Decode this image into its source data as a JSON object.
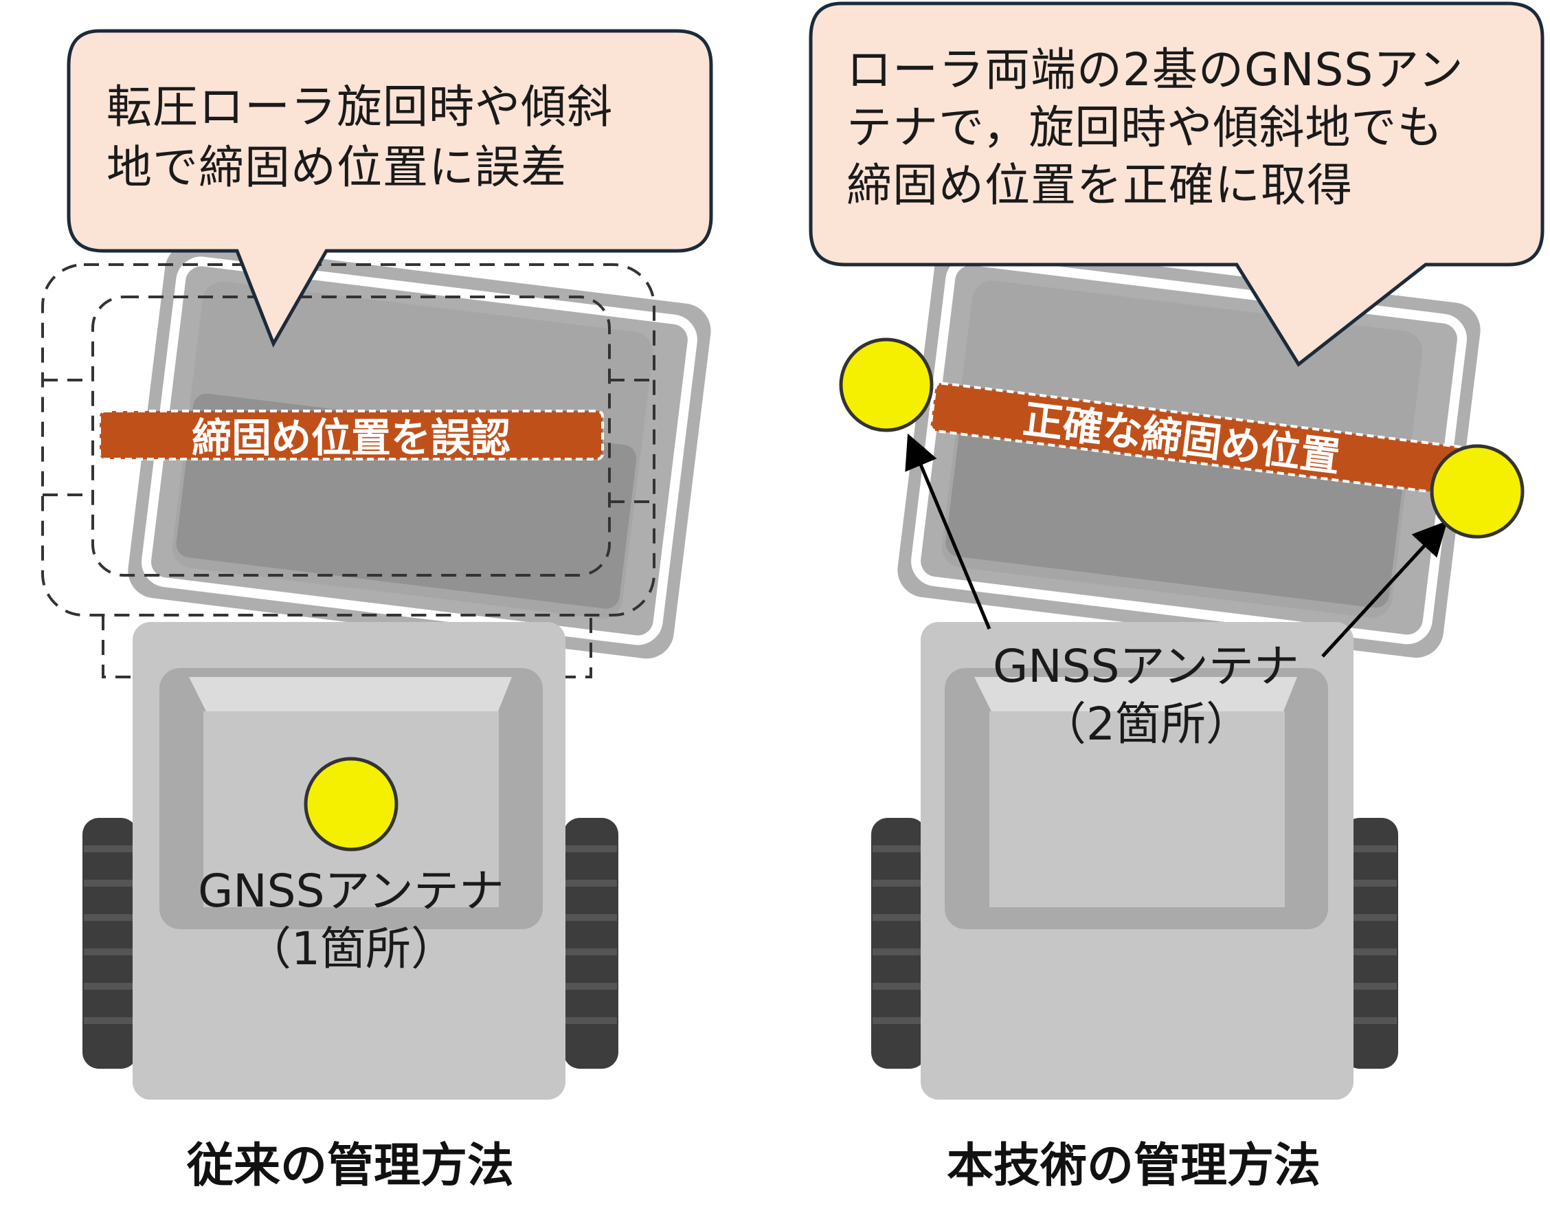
{
  "left": {
    "callout_line1": "転圧ローラ旋回時や傾斜",
    "callout_line2": "地で締固め位置に誤差",
    "band_label": "締固め位置を誤認",
    "antenna_label_line1": "GNSSアンテナ",
    "antenna_label_line2": "（1箇所）",
    "caption": "従来の管理方法"
  },
  "right": {
    "callout_line1": "ローラ両端の2基のGNSSアン",
    "callout_line2": "テナで，旋回時や傾斜地でも",
    "callout_line3": "締固め位置を正確に取得",
    "band_label": "正確な締固め位置",
    "antenna_label_line1": "GNSSアンテナ",
    "antenna_label_line2": "（2箇所）",
    "caption": "本技術の管理方法"
  },
  "colors": {
    "callout_fill": "#fbe3d6",
    "band_fill": "#c0501a",
    "antenna_fill": "#f5ef00",
    "body_gray": "#c6c6c6",
    "roller_gray": "#a0a0a0",
    "tire": "#3d3d3d"
  }
}
